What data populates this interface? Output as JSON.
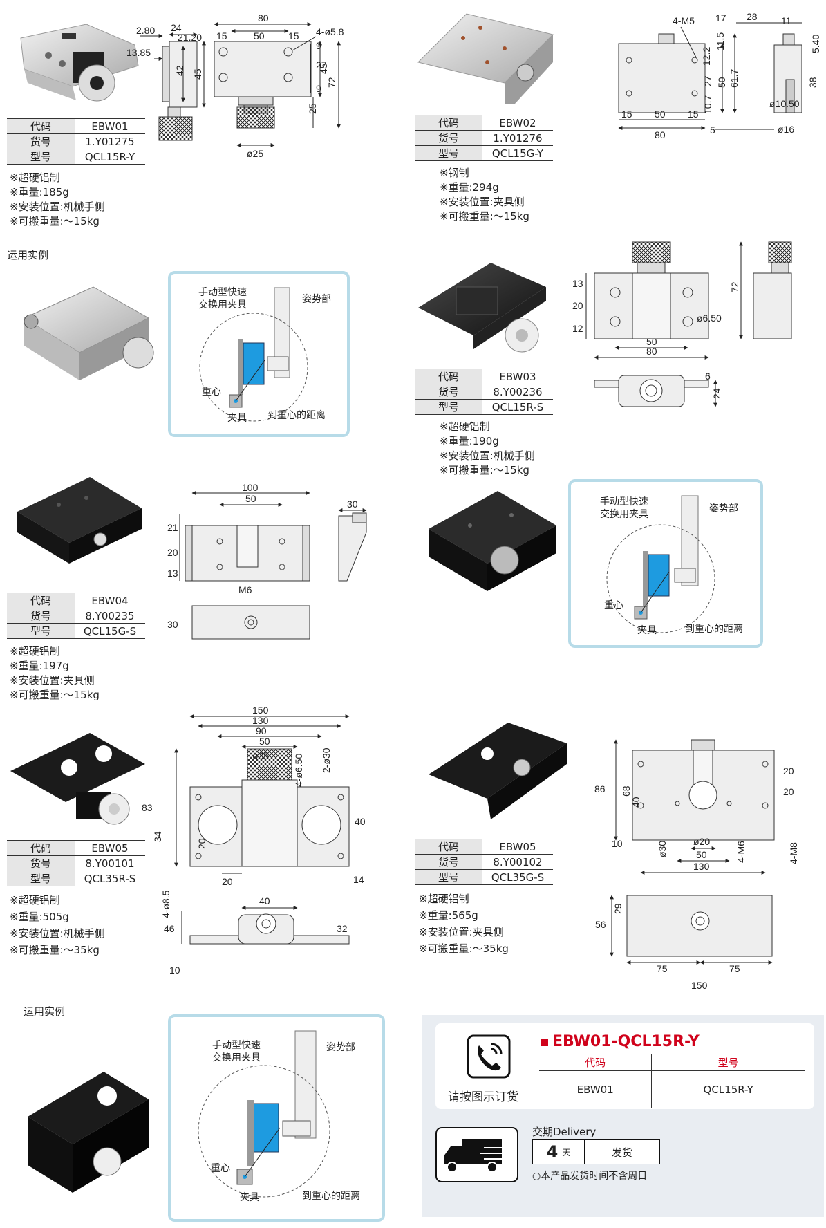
{
  "products": [
    {
      "id": "ebw01",
      "code_label": "代码",
      "code": "EBW01",
      "item_label": "货号",
      "item": "1.Y01275",
      "model_label": "型号",
      "model": "QCL15R-Y",
      "notes": [
        "※超硬铝制",
        "※重量:185g",
        "※安装位置:机械手侧",
        "※可搬重量:～15kg"
      ]
    },
    {
      "id": "ebw02",
      "code_label": "代码",
      "code": "EBW02",
      "item_label": "货号",
      "item": "1.Y01276",
      "model_label": "型号",
      "model": "QCL15G-Y",
      "notes": [
        "※钢制",
        "※重量:294g",
        "※安装位置:夹具侧",
        "※可搬重量:～15kg"
      ]
    },
    {
      "id": "ebw03",
      "code_label": "代码",
      "code": "EBW03",
      "item_label": "货号",
      "item": "8.Y00236",
      "model_label": "型号",
      "model": "QCL15R-S",
      "notes": [
        "※超硬铝制",
        "※重量:190g",
        "※安装位置:机械手侧",
        "※可搬重量:～15kg"
      ]
    },
    {
      "id": "ebw04",
      "code_label": "代码",
      "code": "EBW04",
      "item_label": "货号",
      "item": "8.Y00235",
      "model_label": "型号",
      "model": "QCL15G-S",
      "notes": [
        "※超硬铝制",
        "※重量:197g",
        "※安装位置:夹具侧",
        "※可搬重量:～15kg"
      ]
    },
    {
      "id": "ebw05a",
      "code_label": "代码",
      "code": "EBW05",
      "item_label": "货号",
      "item": "8.Y00101",
      "model_label": "型号",
      "model": "QCL35R-S",
      "notes": [
        "※超硬铝制",
        "※重量:505g",
        "※安装位置:机械手侧",
        "※可搬重量:～35kg"
      ]
    },
    {
      "id": "ebw05b",
      "code_label": "代码",
      "code": "EBW05",
      "item_label": "货号",
      "item": "8.Y00102",
      "model_label": "型号",
      "model": "QCL35G-S",
      "notes": [
        "※超硬铝制",
        "※重量:565g",
        "※安装位置:夹具侧",
        "※可搬重量:～35kg"
      ]
    }
  ],
  "usage_caption": "运用实例",
  "example": {
    "clamp": "手动型快速",
    "clamp2": "交换用夹具",
    "posture": "姿势部",
    "cog": "重心",
    "fixture": "夹具",
    "distance": "到重心的距离"
  },
  "dims": {
    "d1": {
      "a": "2.80",
      "b": "24",
      "c": "21.20",
      "d": "13.85",
      "e": "42",
      "f": "45",
      "w80": "80",
      "w50": "50",
      "m15a": "15",
      "m15b": "15",
      "hole": "4-ø5.8",
      "v9a": "9",
      "v27": "27",
      "v45": "45",
      "v9b": "9",
      "v72": "72",
      "v25": "25",
      "dia": "ø25"
    },
    "d2": {
      "m5": "4-M5",
      "h12": "12.2",
      "h11": "11.5",
      "h27": "27",
      "h50": "50",
      "h61": "61.7",
      "h10": "10.7",
      "w15a": "15",
      "w50": "50",
      "w15b": "15",
      "w80": "80",
      "s17": "17",
      "s28": "28",
      "s11": "11",
      "s540": "5.40",
      "s38": "38",
      "s1050": "ø10.50",
      "s5": "5",
      "s16": "ø16"
    },
    "d3": {
      "v13": "13",
      "v20": "20",
      "v12": "12",
      "hole": "ø6.50",
      "w50": "50",
      "w80": "80",
      "h72": "72",
      "b6": "6",
      "b24": "24"
    },
    "d4": {
      "w100": "100",
      "w50": "50",
      "v21": "21",
      "v20": "20",
      "v13": "13",
      "m6": "M6",
      "s30": "30",
      "h30": "30"
    },
    "d5": {
      "w150": "150",
      "w130": "130",
      "w90": "90",
      "w50": "50",
      "d35": "ø35",
      "d650": "4-ø6.50",
      "d230": "2-ø30",
      "v83": "83",
      "v34": "34",
      "v20": "20",
      "v40": "40",
      "w20": "20",
      "v14": "14",
      "d85": "4-ø8.5",
      "b40": "40",
      "b46": "46",
      "b32": "32",
      "b10": "10"
    },
    "d6": {
      "v86": "86",
      "v68": "68",
      "v40": "40",
      "v10": "10",
      "d30": "ø30",
      "d20": "ø20",
      "w50": "50",
      "m6": "4-M6",
      "m8": "4-M8",
      "r20a": "20",
      "r20b": "20",
      "w130": "130",
      "b56": "56",
      "b29": "29",
      "b75a": "75",
      "b75b": "75",
      "b150": "150"
    }
  },
  "order": {
    "title": "EBW01-QCL15R-Y",
    "code_label": "代码",
    "model_label": "型号",
    "code": "EBW01",
    "model": "QCL15R-Y",
    "hint": "请按图示订货",
    "delivery_label": "交期Delivery",
    "days": "4",
    "day_unit": "天",
    "ship": "发货",
    "note": "○本产品发货时间不含周日",
    "accent": "#d0021b"
  },
  "colors": {
    "frame": "#b7dbe8",
    "clamp": "#1e9be0",
    "order_bg": "#e9edf2"
  }
}
